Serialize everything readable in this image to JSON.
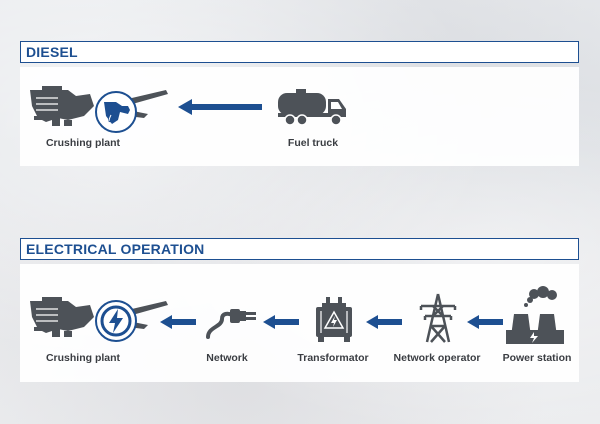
{
  "diesel": {
    "title": "DIESEL",
    "nodes": [
      {
        "label": "Crushing plant"
      },
      {
        "label": "Fuel truck"
      }
    ]
  },
  "electrical": {
    "title": "ELECTRICAL OPERATION",
    "nodes": [
      {
        "label": "Crushing plant"
      },
      {
        "label": "Network"
      },
      {
        "label": "Transformator"
      },
      {
        "label": "Network operator"
      },
      {
        "label": "Power station"
      }
    ]
  },
  "colors": {
    "accent_blue": "#1d4f91",
    "icon_grey": "#4d5258"
  }
}
